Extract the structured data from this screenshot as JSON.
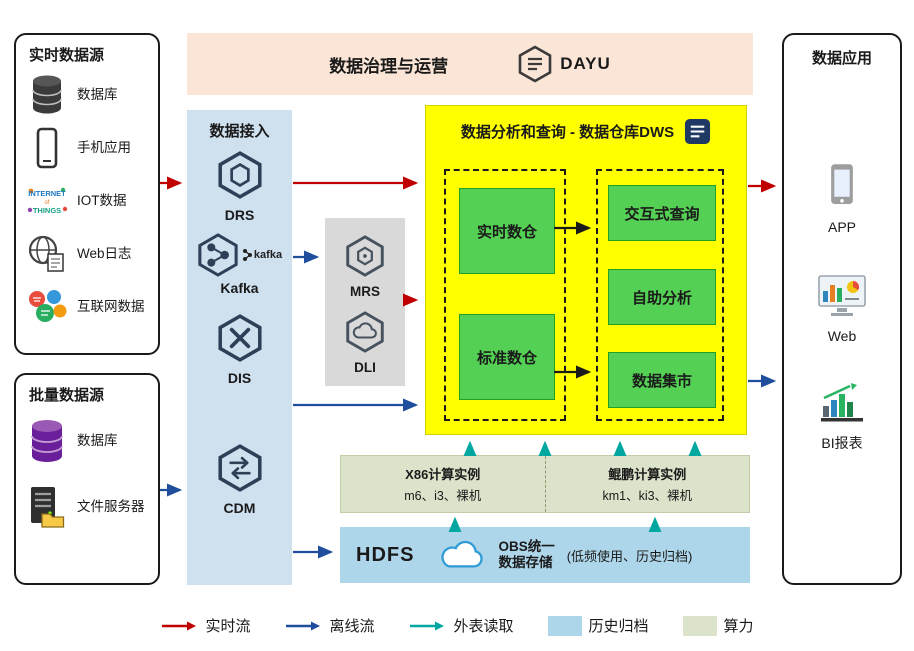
{
  "colors": {
    "realtime_flow": "#C00000",
    "offline_flow": "#1F4E9C",
    "external_read": "#00A7A0",
    "history_archive": "#AED6EA",
    "compute_power": "#DCE3CB",
    "dws_bg": "#FFFF00",
    "green_node": "#54D054",
    "banner_bg": "#FBE5D6",
    "ingest_bg": "#CFE0EF",
    "processing_bg": "#D9D9D9"
  },
  "banner": {
    "title": "数据治理与运营",
    "logo_text": "DAYU"
  },
  "realtime_sources": {
    "title": "实时数据源",
    "items": [
      {
        "icon": "database-icon",
        "label": "数据库"
      },
      {
        "icon": "mobile-icon",
        "label": "手机应用"
      },
      {
        "icon": "iot-icon",
        "label": "IOT数据"
      },
      {
        "icon": "web-log-icon",
        "label": "Web日志"
      },
      {
        "icon": "internet-data-icon",
        "label": "互联网数据"
      }
    ]
  },
  "batch_sources": {
    "title": "批量数据源",
    "items": [
      {
        "icon": "database-purple-icon",
        "label": "数据库"
      },
      {
        "icon": "file-server-icon",
        "label": "文件服务器"
      }
    ]
  },
  "ingestion": {
    "title": "数据接入",
    "kafka_mark": "kafka",
    "items": [
      {
        "icon": "drs-icon",
        "label": "DRS"
      },
      {
        "icon": "kafka-icon",
        "label": "Kafka"
      },
      {
        "icon": "dis-icon",
        "label": "DIS"
      },
      {
        "icon": "cdm-icon",
        "label": "CDM"
      }
    ]
  },
  "processing": {
    "items": [
      {
        "icon": "mrs-icon",
        "label": "MRS"
      },
      {
        "icon": "dli-icon",
        "label": "DLI"
      }
    ]
  },
  "dws": {
    "title": "数据分析和查询 - 数据仓库DWS",
    "warehouses": [
      {
        "label": "实时数仓"
      },
      {
        "label": "标准数仓"
      }
    ],
    "services": [
      {
        "label": "交互式查询"
      },
      {
        "label": "自助分析"
      },
      {
        "label": "数据集市"
      }
    ]
  },
  "compute": {
    "x86_title": "X86计算实例",
    "x86_spec": "m6、i3、裸机",
    "kunpeng_title": "鲲鹏计算实例",
    "kunpeng_spec": "km1、ki3、裸机"
  },
  "storage": {
    "hdfs": "HDFS",
    "obs_line1": "OBS统一",
    "obs_line2": "数据存储",
    "note": "(低频使用、历史归档)"
  },
  "applications": {
    "title": "数据应用",
    "items": [
      {
        "icon": "app-icon",
        "label": "APP"
      },
      {
        "icon": "web-icon",
        "label": "Web"
      },
      {
        "icon": "bi-icon",
        "label": "BI报表"
      }
    ]
  },
  "legend": {
    "items": [
      {
        "type": "arrow",
        "color": "#C00000",
        "label": "实时流"
      },
      {
        "type": "arrow",
        "color": "#1F4E9C",
        "label": "离线流"
      },
      {
        "type": "arrow",
        "color": "#00A7A0",
        "label": "外表读取"
      },
      {
        "type": "swatch",
        "color": "#AED6EA",
        "label": "历史归档"
      },
      {
        "type": "swatch",
        "color": "#DCE3CB",
        "label": "算力"
      }
    ]
  }
}
